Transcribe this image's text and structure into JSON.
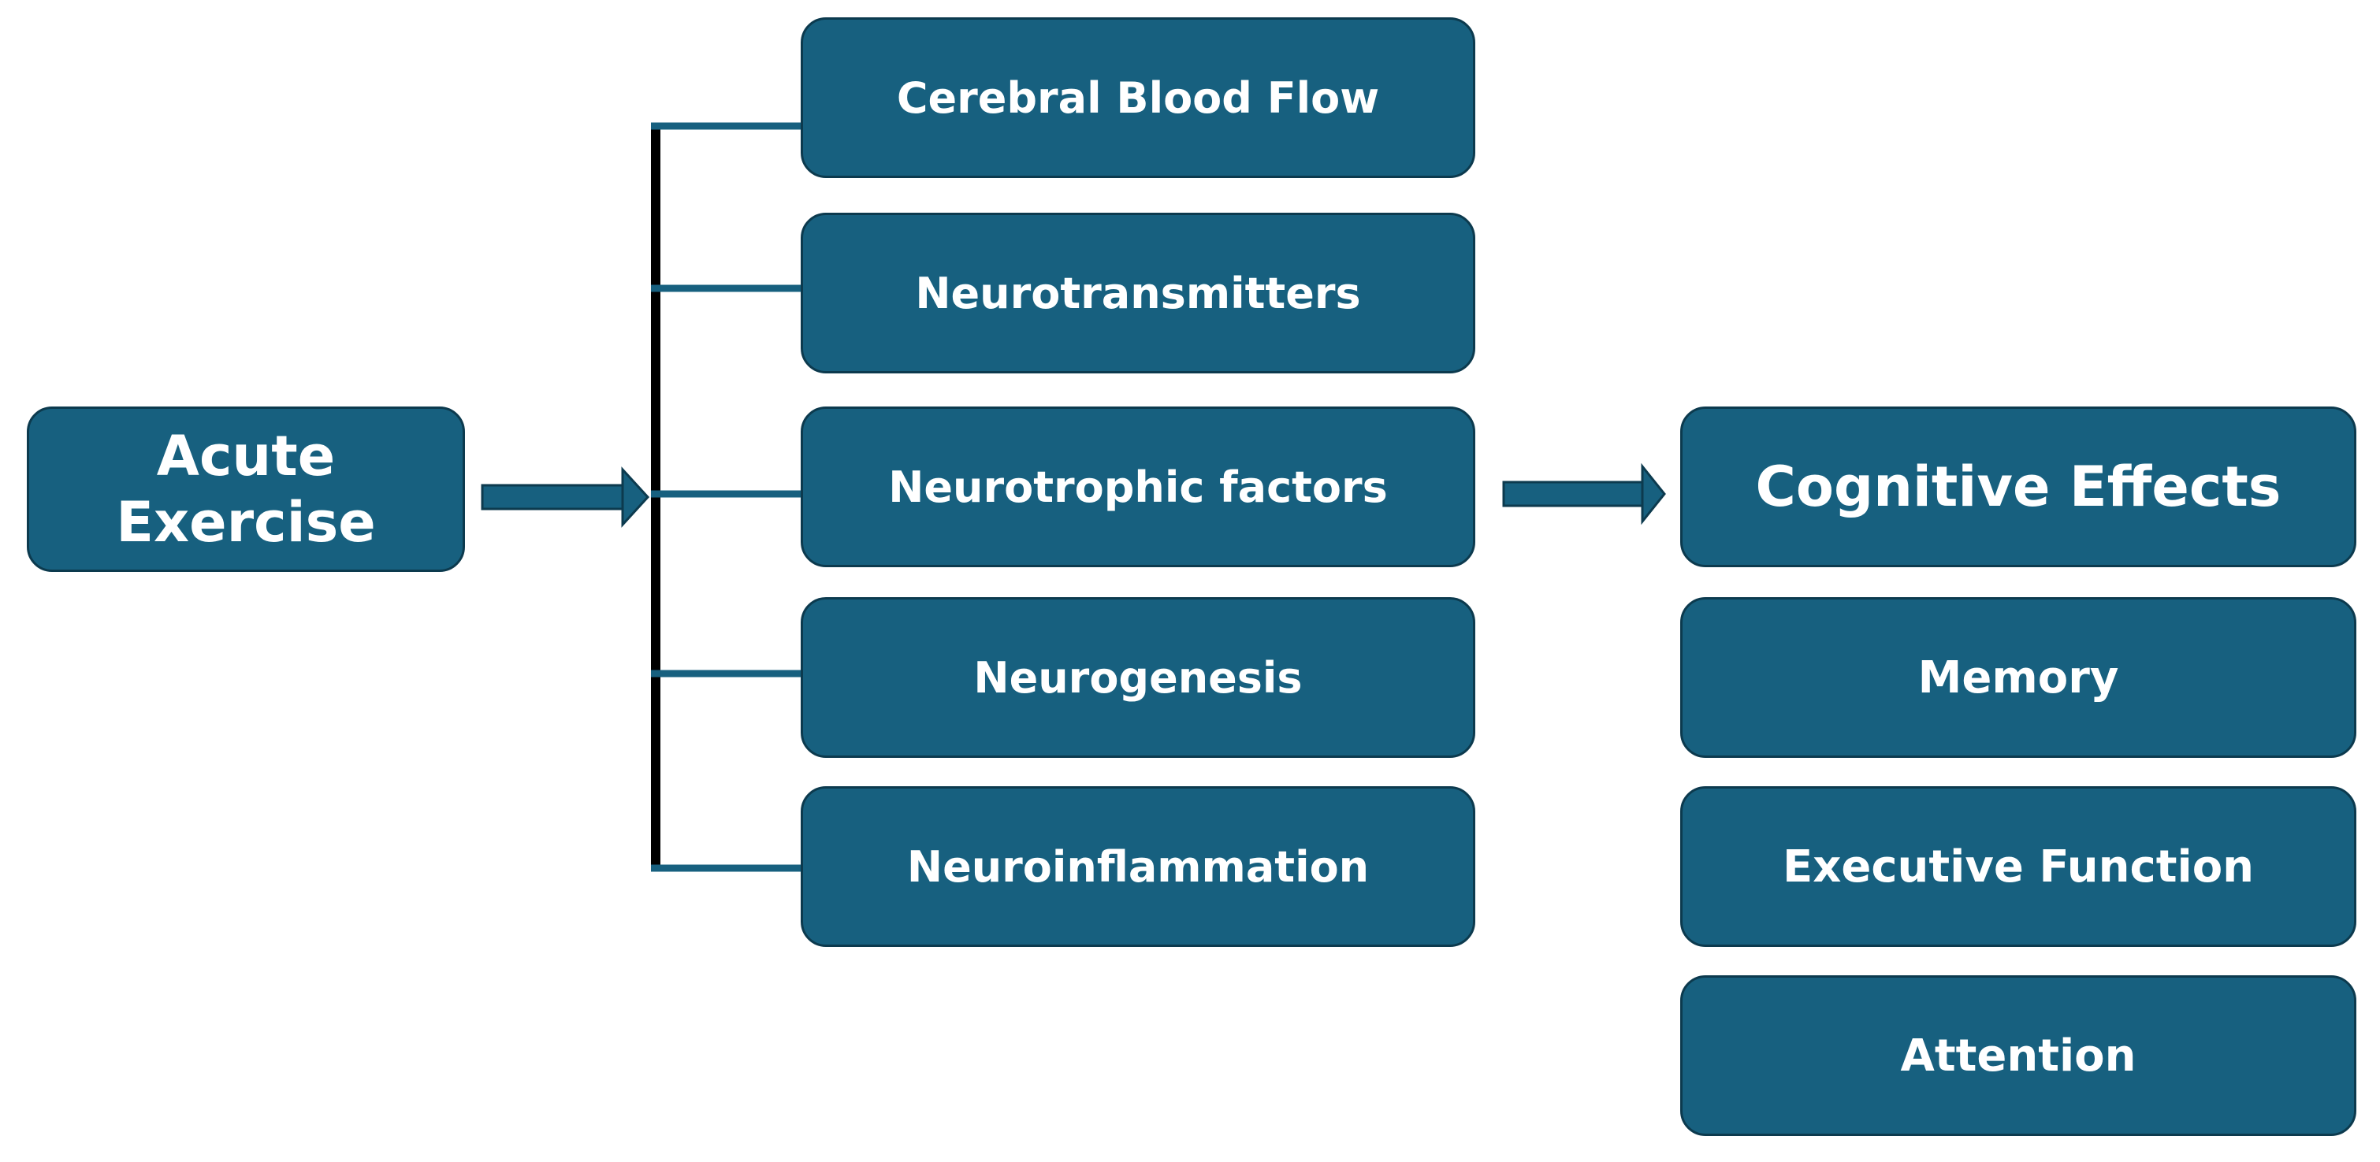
{
  "source": {
    "label": "Acute\nExercise"
  },
  "mechanisms": [
    {
      "label": "Cerebral Blood Flow"
    },
    {
      "label": "Neurotransmitters"
    },
    {
      "label": "Neurotrophic factors"
    },
    {
      "label": "Neurogenesis"
    },
    {
      "label": "Neuroinflammation"
    }
  ],
  "outcomes": {
    "title": "Cognitive Effects",
    "items": [
      {
        "label": "Memory"
      },
      {
        "label": "Executive Function"
      },
      {
        "label": "Attention"
      }
    ]
  },
  "colors": {
    "box_fill": "#17607f",
    "box_border": "#0c3a4e",
    "text": "#ffffff",
    "bracket": "#000000",
    "connector": "#17607f"
  }
}
